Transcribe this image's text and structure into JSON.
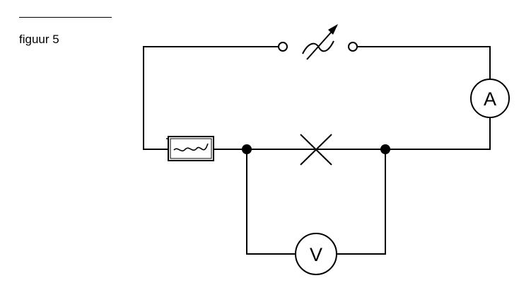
{
  "figure": {
    "caption": "figuur 5"
  },
  "meters": {
    "ammeter_label": "A",
    "voltmeter_label": "V"
  },
  "colors": {
    "ink": "#000000",
    "background": "#ffffff"
  },
  "icons": {
    "variable_component": "variable-resistor-symbol",
    "lamp": "lamp-cross-symbol",
    "heating_element": "hand-drawn-resistor-symbol"
  }
}
